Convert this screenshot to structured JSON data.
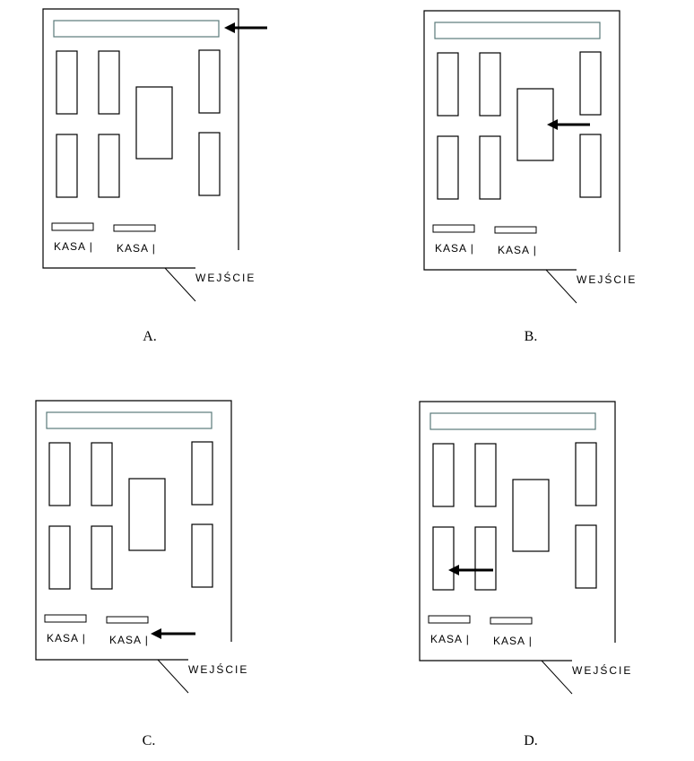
{
  "labels": {
    "kasa": "KASA |",
    "entrance": "WEJŚCIE"
  },
  "colors": {
    "stroke": "#000000",
    "aisle_bar_stroke": "#5a7a7a"
  },
  "options": [
    {
      "letter": "A.",
      "arrow_target": "top-shelf"
    },
    {
      "letter": "B.",
      "arrow_target": "center-stand"
    },
    {
      "letter": "C.",
      "arrow_target": "checkout-2"
    },
    {
      "letter": "D.",
      "arrow_target": "left-lower-shelves"
    }
  ]
}
